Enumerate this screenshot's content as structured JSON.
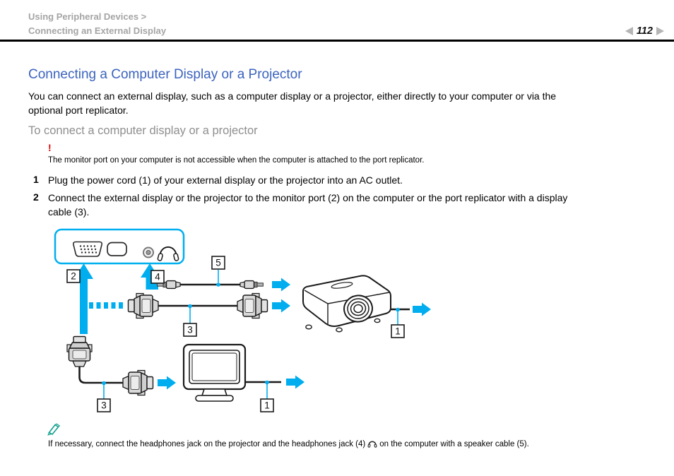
{
  "header": {
    "breadcrumb_line1": "Using Peripheral Devices >",
    "breadcrumb_line2": "Connecting an External Display",
    "page_number": "112"
  },
  "article": {
    "title": "Connecting a Computer Display or a Projector",
    "intro": "You can connect an external display, such as a computer display or a projector, either directly to your computer or via the\noptional port replicator.",
    "procedure_heading": "To connect a computer display or a projector",
    "warning": {
      "mark": "!",
      "text": "The monitor port on your computer is not accessible when the computer is attached to the port replicator."
    },
    "steps": [
      {
        "num": "1",
        "text": "Plug the power cord (1) of your external display or the projector into an AC outlet."
      },
      {
        "num": "2",
        "text": "Connect the external display or the projector to the monitor port (2) on the computer or the port replicator with a display\ncable (3)."
      }
    ],
    "note": {
      "text_before": "If necessary, connect the headphones jack on the projector and the headphones jack (4)",
      "text_after": "on the computer with a speaker cable (5)."
    }
  },
  "diagram": {
    "callouts": {
      "monitor_port": "2",
      "headphones_jack": "4",
      "speaker_cable": "5",
      "display_cable_upper": "3",
      "display_cable_lower": "3",
      "display_power_cord": "1",
      "projector_power_cord": "1"
    },
    "icons": [
      "vga-port-icon",
      "video-out-port-icon",
      "headphones-jack-icon",
      "headphones-icon",
      "vga-connector-icon",
      "mini-jack-connector-icon",
      "arrow-right-icon",
      "crt-monitor",
      "projector"
    ],
    "colors": {
      "accent_cyan": "#00AEEF",
      "connector_gray": "#D9D9D9",
      "line_black": "#1A1A1A"
    }
  },
  "colors": {
    "title_blue": "#3B63BE",
    "warning_red": "#E60000",
    "note_teal": "#12A08E",
    "header_gray": "#A5A5A5",
    "subtitle_gray": "#8F8F8F",
    "rule_black": "#000000"
  }
}
